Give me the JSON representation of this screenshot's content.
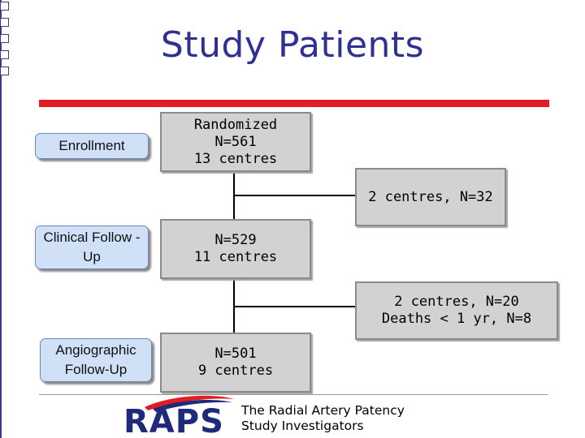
{
  "title": "Study Patients",
  "stages": {
    "enrollment": "Enrollment",
    "clinical": "Clinical Follow -Up",
    "angiographic": "Angiographic Follow-Up"
  },
  "boxes": {
    "randomized": "Randomized\nN=561\n13 centres",
    "exclusion1": "2 centres, N=32",
    "followup": "N=529\n11 centres",
    "exclusion2": "2 centres, N=20\nDeaths < 1 yr, N=8",
    "angio": "N=501\n9 centres"
  },
  "footer": {
    "logo_text": "RAPS",
    "credit_line1": "The Radial Artery Patency",
    "credit_line2": "Study Investigators"
  },
  "colors": {
    "title": "#2e3192",
    "red_bar": "#e11d24",
    "stage_fill": "#cfe0f7",
    "box_fill": "#d2d2d2",
    "logo": "#1f2a7a"
  }
}
